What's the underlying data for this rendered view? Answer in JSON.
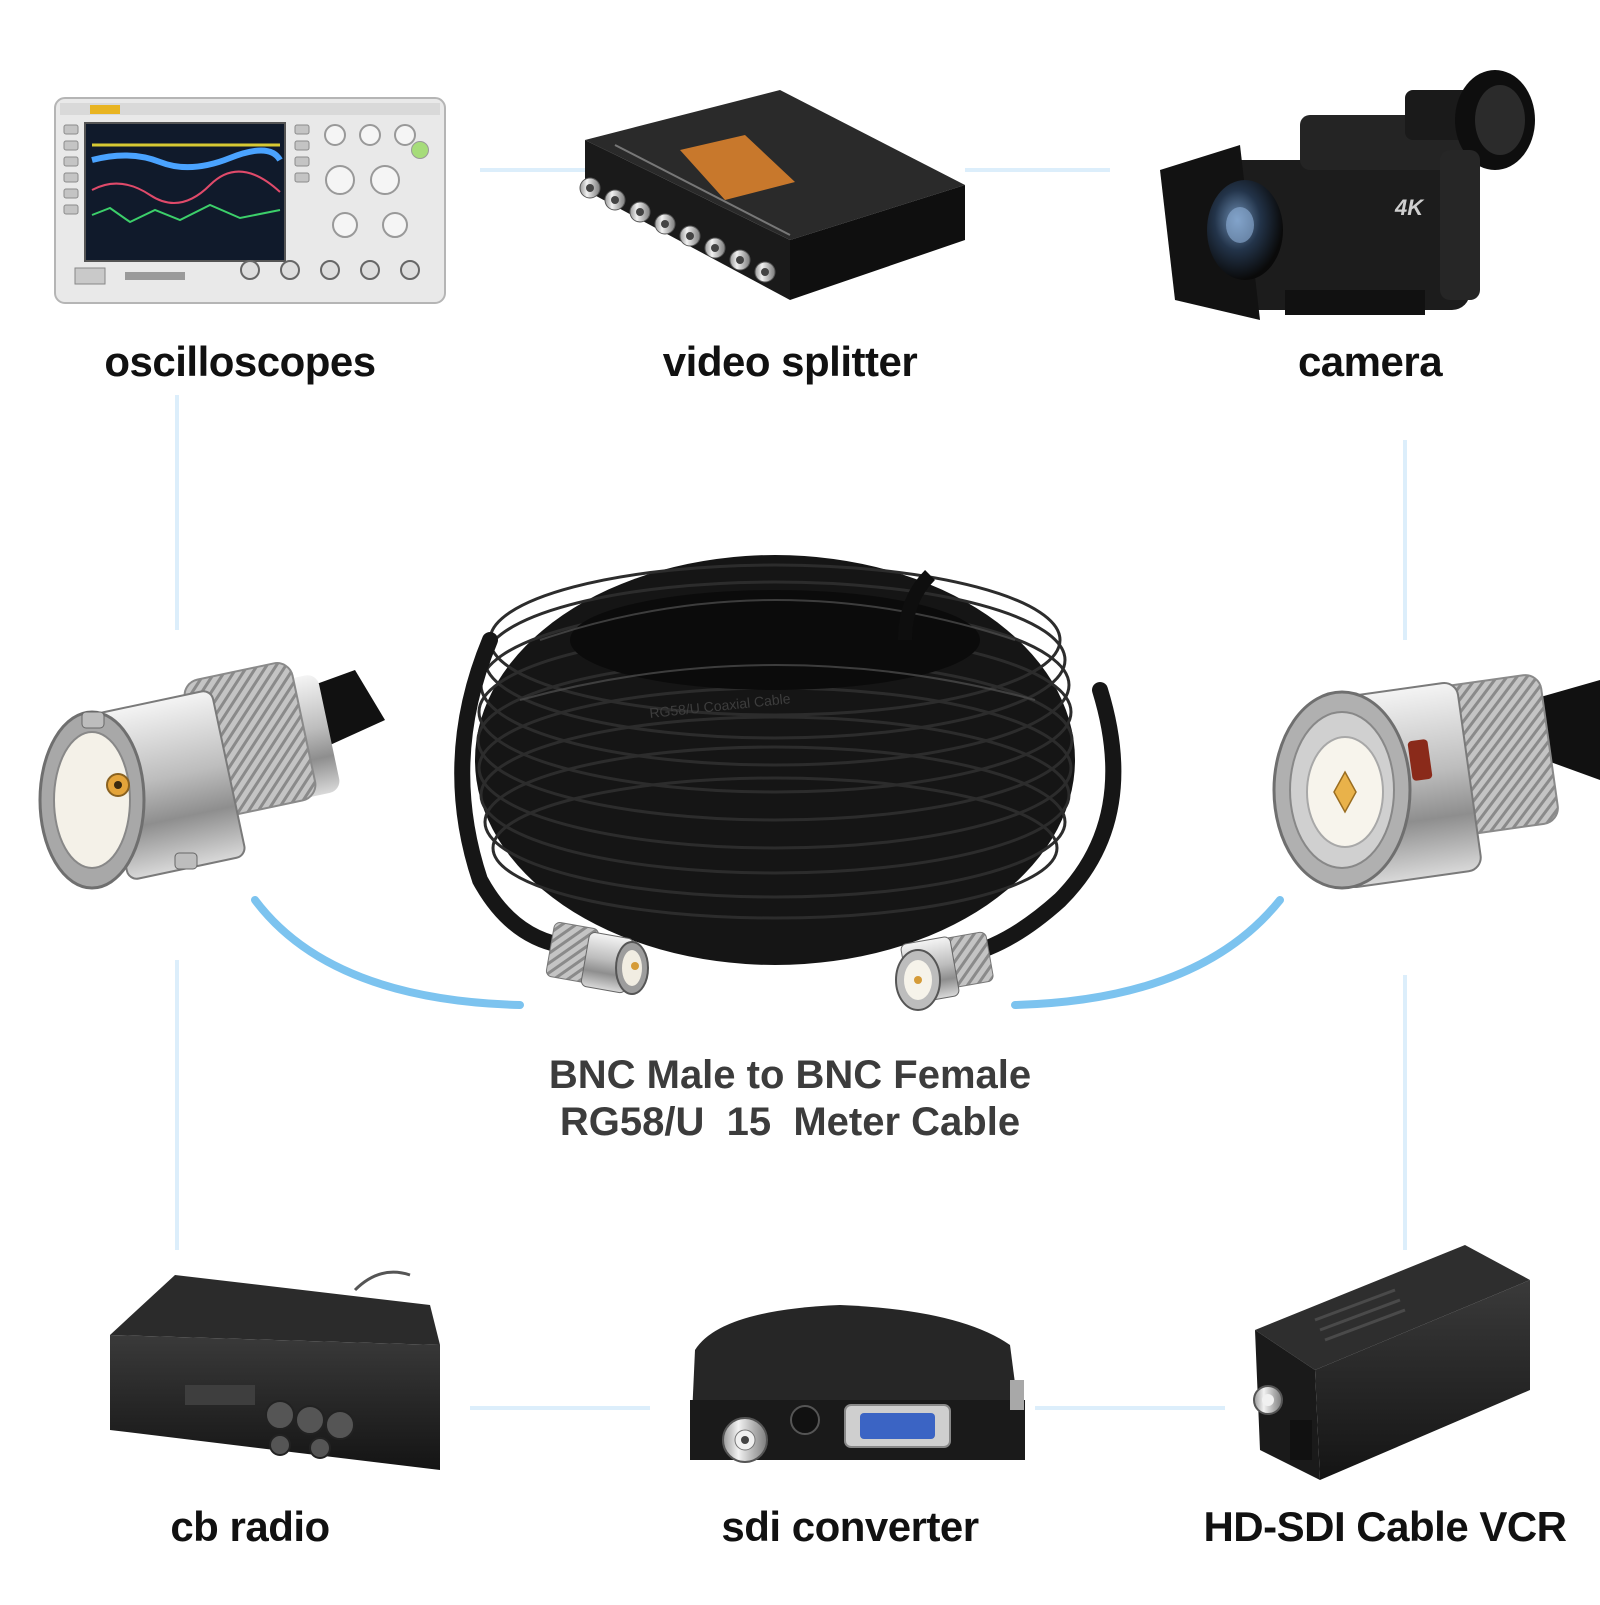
{
  "devices": [
    {
      "id": "oscilloscope",
      "label": "oscilloscopes",
      "icon": "oscilloscope-icon"
    },
    {
      "id": "video-splitter",
      "label": "video splitter",
      "icon": "video-splitter-icon"
    },
    {
      "id": "camera",
      "label": "camera",
      "icon": "camcorder-icon"
    },
    {
      "id": "cb-radio",
      "label": "cb radio",
      "icon": "cb-radio-icon"
    },
    {
      "id": "sdi-converter",
      "label": "sdi converter",
      "icon": "sdi-converter-icon"
    },
    {
      "id": "hdsdi-vcr",
      "label": "HD-SDI Cable VCR",
      "icon": "hd-sdi-vcr-icon"
    }
  ],
  "product": {
    "line1": "BNC Male to BNC Female",
    "line2": "RG58/U  15  Meter Cable",
    "cable_print": "RG58/U   Coaxial   Cable"
  },
  "colors": {
    "connector_line": "#7cc3ef",
    "grid_line": "#dceefb",
    "cable": "#141414",
    "metal": "#c9c9c9"
  }
}
